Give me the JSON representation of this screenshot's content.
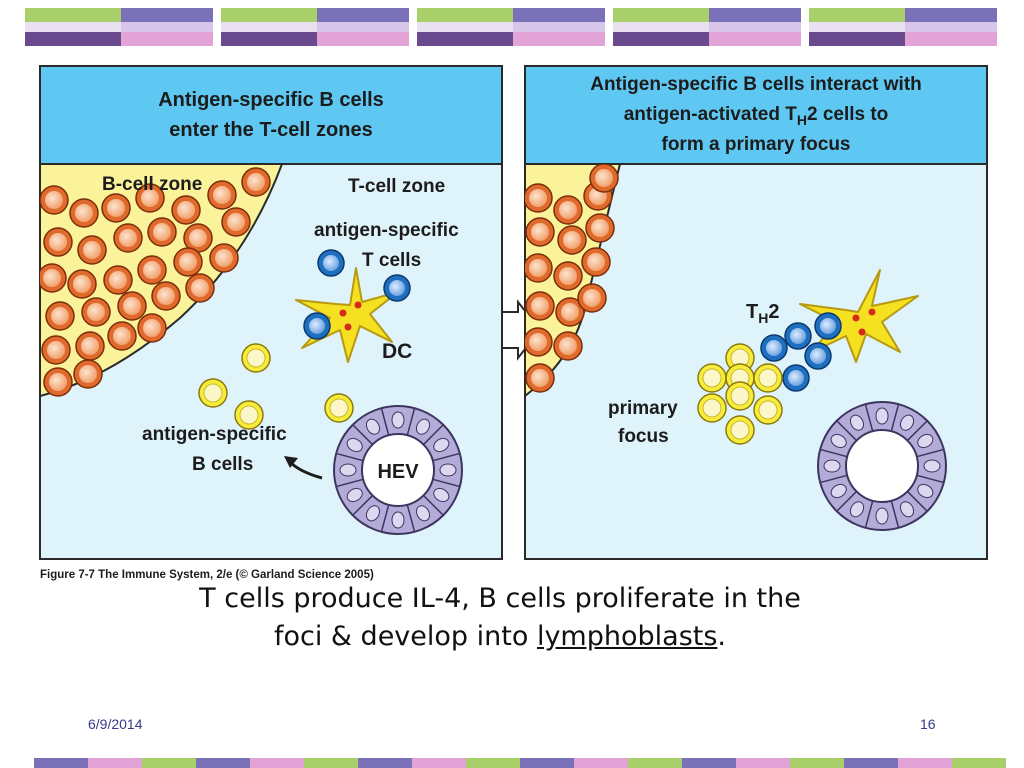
{
  "figure": {
    "left_panel": {
      "header_lines": [
        "Antigen-specific B cells",
        "enter the T-cell zones"
      ],
      "labels": {
        "b_cell_zone": "B-cell zone",
        "t_cell_zone": "T-cell zone",
        "ag_t_cells_1": "antigen-specific",
        "ag_t_cells_2": "T cells",
        "dc": "DC",
        "ag_b_cells_1": "antigen-specific",
        "ag_b_cells_2": "B cells",
        "hev": "HEV"
      }
    },
    "right_panel": {
      "header_line1": "Antigen-specific B cells interact with",
      "header_line2_pre": "antigen-activated T",
      "header_line2_sub": "H",
      "header_line2_post": "2 cells to",
      "header_line3": "form a primary focus",
      "labels": {
        "th2_main": "T",
        "th2_sub": "H",
        "th2_num": "2",
        "primary_1": "primary",
        "primary_2": "focus"
      }
    },
    "credit": "Figure 7-7  The Immune System, 2/e (© Garland Science 2005)"
  },
  "caption": {
    "line1": "T cells produce IL-4, B cells proliferate in the",
    "line2_pre": "foci & develop into ",
    "line2_link": "lymphoblasts",
    "line2_post": "."
  },
  "footer": {
    "date": "6/9/2014",
    "page": "16"
  },
  "colors": {
    "header_blue": "#5ec8f2",
    "panel_blue": "#dff3fb",
    "bzone_yellow": "#fbf39a",
    "b_cell_orange": "#e06a2c",
    "ag_b_yellow": "#f7ec3a",
    "t_cell_blue": "#1e6fc0",
    "dc_yellow": "#f5e022",
    "hev_lavender": "#b4acd8"
  }
}
